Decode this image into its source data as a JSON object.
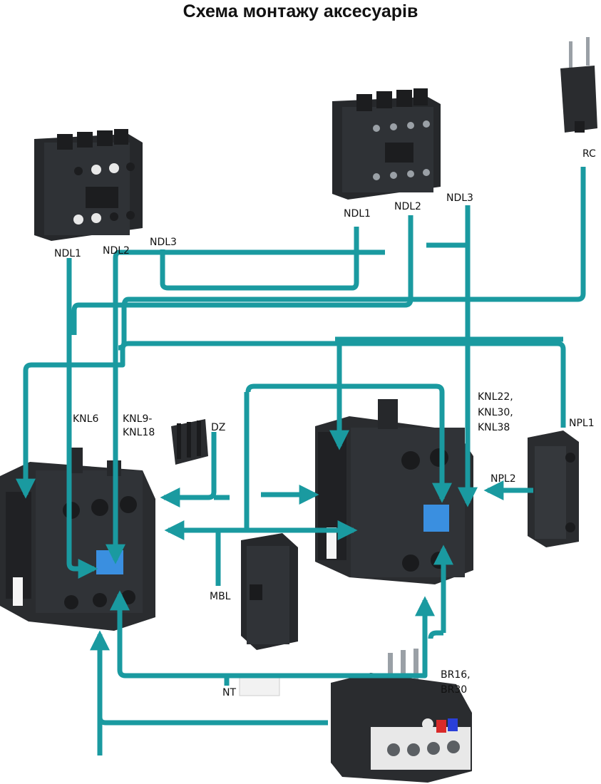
{
  "title": "Схема монтажу аксесуарів",
  "colors": {
    "route": "#1a9aa0",
    "device_body": "#2a2c2f",
    "device_dark": "#1a1b1d",
    "device_light": "#46494d",
    "screw": "#9aa0a6",
    "blue_module": "#3a8fe0",
    "white_part": "#ececec",
    "reset_red": "#d92a2a",
    "reset_blue": "#2a3fd9"
  },
  "labels": {
    "ndl1_left": "NDL1",
    "ndl2_left": "NDL2",
    "ndl3_left": "NDL3",
    "ndl1_right": "NDL1",
    "ndl2_right": "NDL2",
    "ndl3_right": "NDL3",
    "rc": "RC",
    "knl6": "KNL6",
    "knl9_line1": "KNL9-",
    "knl9_line2": "KNL18",
    "dz": "DZ",
    "knl22_line1": "KNL22,",
    "knl22_line2": "KNL30,",
    "knl22_line3": "KNL38",
    "npl1": "NPL1",
    "npl2": "NPL2",
    "mbl": "MBL",
    "nt": "NT",
    "br_line1": "BR16,",
    "br_line2": "BR30"
  },
  "icons": {
    "aux_block_4p": "auxiliary-contact-block-icon",
    "rc_module": "rc-suppressor-icon",
    "contactor": "contactor-icon",
    "interlock": "mechanical-interlock-icon",
    "side_contact": "side-contact-block-icon",
    "thermal_relay": "thermal-overload-relay-icon",
    "dz_connector": "connector-comb-icon",
    "nt_tag": "marker-tag-icon"
  }
}
